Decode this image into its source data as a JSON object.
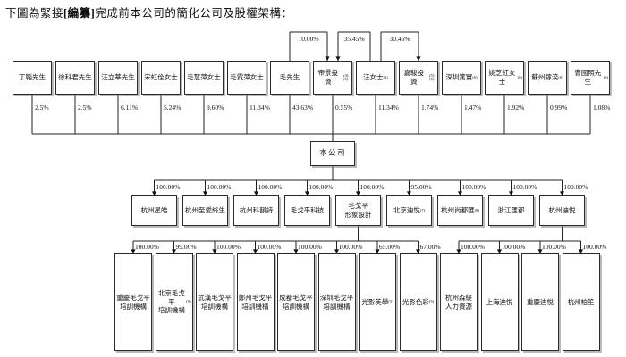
{
  "title": {
    "prefix": "下圖為緊接",
    "bracket": "[編纂]",
    "suffix": "完成前本公司的簡化公司及股權架構："
  },
  "company": {
    "name": "本公司"
  },
  "shareholders": [
    {
      "name": "丁韜先生",
      "pct": "2.5%"
    },
    {
      "name": "徐科君先生",
      "pct": "2.5%"
    },
    {
      "name": "汪立華先生",
      "pct": "6.11%"
    },
    {
      "name": "宋虹佺女士",
      "pct": "5.24%"
    },
    {
      "name": "毛慧萍女士",
      "pct": "9.60%"
    },
    {
      "name": "毛霓萍女士",
      "pct": "11.34%"
    },
    {
      "name": "毛先生",
      "pct": "43.63%"
    },
    {
      "name": "帝景投資",
      "sup": "(4)(6)",
      "pct": "0.55%"
    },
    {
      "name": "汪女士",
      "sup": "(2)",
      "pct": "11.34%"
    },
    {
      "name": "嘉駿投資",
      "sup": "(5)(6)",
      "pct": "1.74%"
    },
    {
      "name": "深圳篤實",
      "sup": "(6)",
      "pct": "1.47%"
    },
    {
      "name": "姚芝紅女士",
      "sup": "(6)",
      "pct": "1.92%"
    },
    {
      "name": "蘇州鎵湙",
      "sup": "(6)",
      "pct": "0.99%"
    },
    {
      "name": "曹國照先生",
      "sup": "(6)",
      "pct": "1.08%"
    }
  ],
  "partnership_links": [
    {
      "from_name": "毛先生",
      "to_name": "帝景投資",
      "pct": "10.00%"
    },
    {
      "from_name": "汪女士",
      "to_name": "帝景投資",
      "pct": "35.45%"
    },
    {
      "from_name": "汪女士",
      "to_name": "嘉駿投資",
      "pct": "30.46%"
    }
  ],
  "subsidiaries_level1": [
    {
      "name": "杭州星皓",
      "pct": "100.00%"
    },
    {
      "name": "杭州至愛終生",
      "pct": "100.00%"
    },
    {
      "name": "杭州科韻詩",
      "pct": "100.00%"
    },
    {
      "name": "毛戈平科技",
      "pct": "100.00%"
    },
    {
      "name": "毛戈平\n形象設計",
      "pct": "100.00%"
    },
    {
      "name": "北京迪悅",
      "sup": "(7)",
      "pct": "95.00%"
    },
    {
      "name": "杭州尚都匯",
      "sup": "(8)",
      "pct": "100.00%"
    },
    {
      "name": "浙江匯都",
      "pct": "100.00%"
    },
    {
      "name": "杭州迪悅",
      "pct": "100.00%"
    }
  ],
  "subsidiaries_level2": {
    "group_mgp": {
      "parent": "毛戈平形象設計",
      "members": [
        {
          "name": "重慶毛戈平\n培訓機構",
          "pct": "100.00%"
        },
        {
          "name": "北京毛戈平\n培訓機構",
          "sup": "(9)",
          "pct": "99.00%"
        },
        {
          "name": "武漢毛戈平\n培訓機構",
          "pct": "100.00%"
        },
        {
          "name": "鄭州毛戈平\n培訓機構",
          "pct": "100.00%"
        },
        {
          "name": "成都毛戈平\n培訓機構",
          "pct": "100.00%"
        },
        {
          "name": "深圳毛戈平\n培訓機構",
          "pct": "100.00%"
        },
        {
          "name": "光影美學",
          "sup": "(5)",
          "pct": "65.00%"
        },
        {
          "name": "光影色彩",
          "sup": "(5)",
          "pct": "67.00%"
        }
      ]
    },
    "group_hzdy": {
      "parent": "杭州迪悅",
      "members": [
        {
          "name": "杭州森緹\n人力資源",
          "pct": "100.00%"
        },
        {
          "name": "上海迪悅",
          "pct": "100.00%"
        },
        {
          "name": "重慶迪悅",
          "pct": "100.00%"
        },
        {
          "name": "杭州柏笙",
          "pct": "100.00%"
        }
      ]
    }
  },
  "colors": {
    "line": "#222222",
    "border": "#2b2b2b",
    "text": "#111111",
    "background": "#ffffff"
  }
}
